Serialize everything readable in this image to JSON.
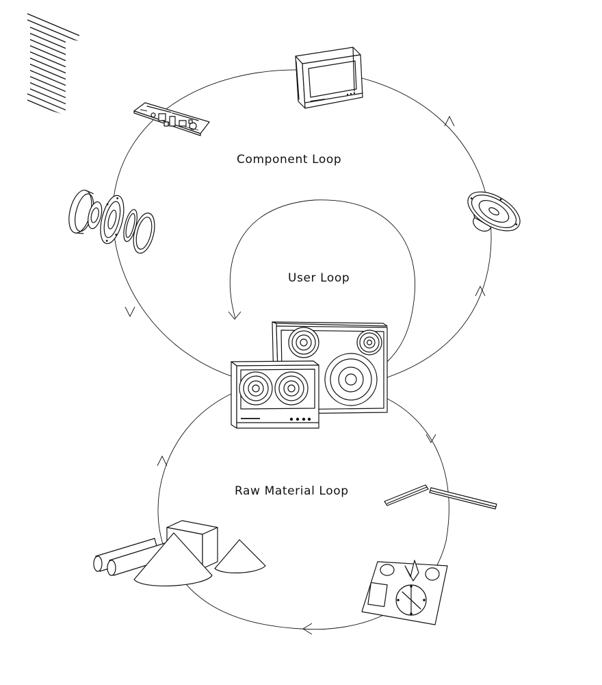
{
  "diagram": {
    "loops": {
      "component": {
        "label": "Component Loop"
      },
      "user": {
        "label": "User Loop"
      },
      "raw_material": {
        "label": "Raw Material Loop"
      }
    }
  }
}
